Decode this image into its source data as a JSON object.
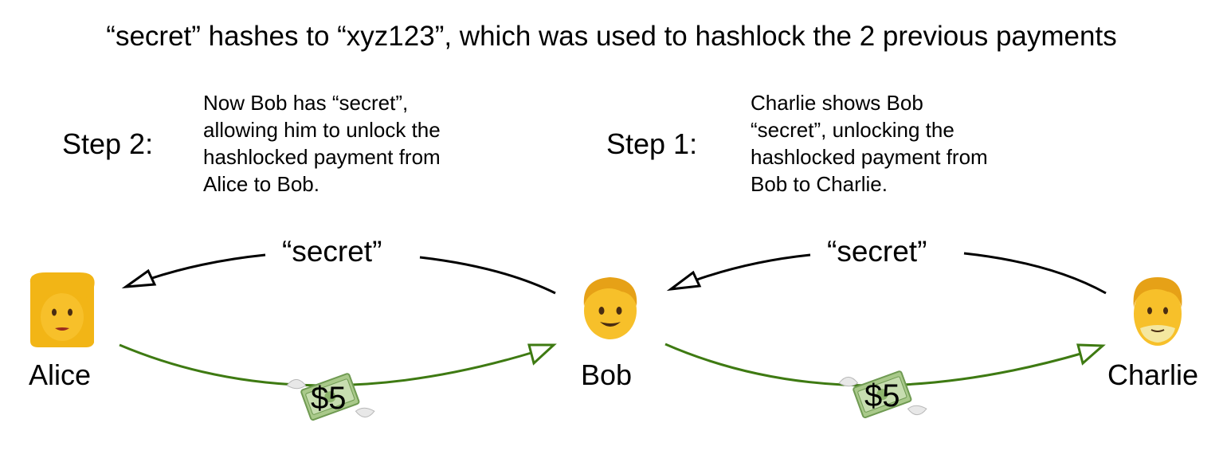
{
  "title": "“secret” hashes to “xyz123”, which was used to hashlock the 2 previous payments",
  "steps": [
    {
      "label": "Step 2:",
      "lines": [
        "Now Bob has “secret”,",
        "allowing him to unlock the",
        "hashlocked payment from",
        "Alice to Bob."
      ]
    },
    {
      "label": "Step 1:",
      "lines": [
        "Charlie shows Bob",
        "“secret”, unlocking the",
        "hashlocked payment from",
        "Bob to Charlie."
      ]
    }
  ],
  "people": {
    "alice": {
      "name": "Alice",
      "icon": "woman-emoji-icon"
    },
    "bob": {
      "name": "Bob",
      "icon": "man-emoji-icon"
    },
    "charlie": {
      "name": "Charlie",
      "icon": "older-man-emoji-icon"
    }
  },
  "secret_labels": [
    "“secret”",
    "“secret”"
  ],
  "payments": [
    {
      "amount": "$5",
      "icon": "money-with-wings-icon"
    },
    {
      "amount": "$5",
      "icon": "money-with-wings-icon"
    }
  ],
  "colors": {
    "secret_arrow": "#000000",
    "payment_arrow": "#3e7a12",
    "skin": "#f7c02a",
    "hair_woman": "#f2b516",
    "hair_man": "#e6a117",
    "money": "#a9c98a"
  }
}
